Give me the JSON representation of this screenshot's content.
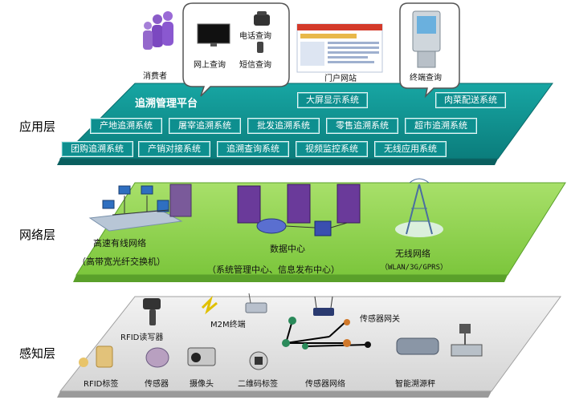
{
  "layers": {
    "application": "应用层",
    "network": "网络层",
    "perception": "感知层"
  },
  "top": {
    "consumer": "消费者",
    "online_query": "网上查询",
    "phone_query": "电话查询",
    "sms_query": "短信查询",
    "portal": "门户网站",
    "terminal_query": "终端查询"
  },
  "application": {
    "platform_title": "追溯管理平台",
    "big_screen": "大屏显示系统",
    "meat_delivery": "肉菜配送系统",
    "row1": [
      "产地追溯系统",
      "屠宰追溯系统",
      "批发追溯系统",
      "零售追溯系统",
      "超市追溯系统"
    ],
    "row2": [
      "团购追溯系统",
      "产销对接系统",
      "追溯查询系统",
      "视频监控系统",
      "无线应用系统"
    ]
  },
  "network": {
    "wired": "高速有线网络",
    "wired_sub": "（高带宽光纤交换机）",
    "datacenter": "数据中心",
    "datacenter_sub": "（系统管理中心、信息发布中心）",
    "wireless": "无线网络",
    "wireless_sub": "（WLAN/3G/GPRS）"
  },
  "perception": {
    "rfid_reader": "RFID读写器",
    "m2m": "M2M终端",
    "sensor_gateway": "传感器网关",
    "rfid_tag": "RFID标签",
    "sensor": "传感器",
    "camera": "摄像头",
    "qr_tag": "二维码标签",
    "sensor_network": "传感器网络",
    "smart_scale": "智能溯源秤"
  }
}
